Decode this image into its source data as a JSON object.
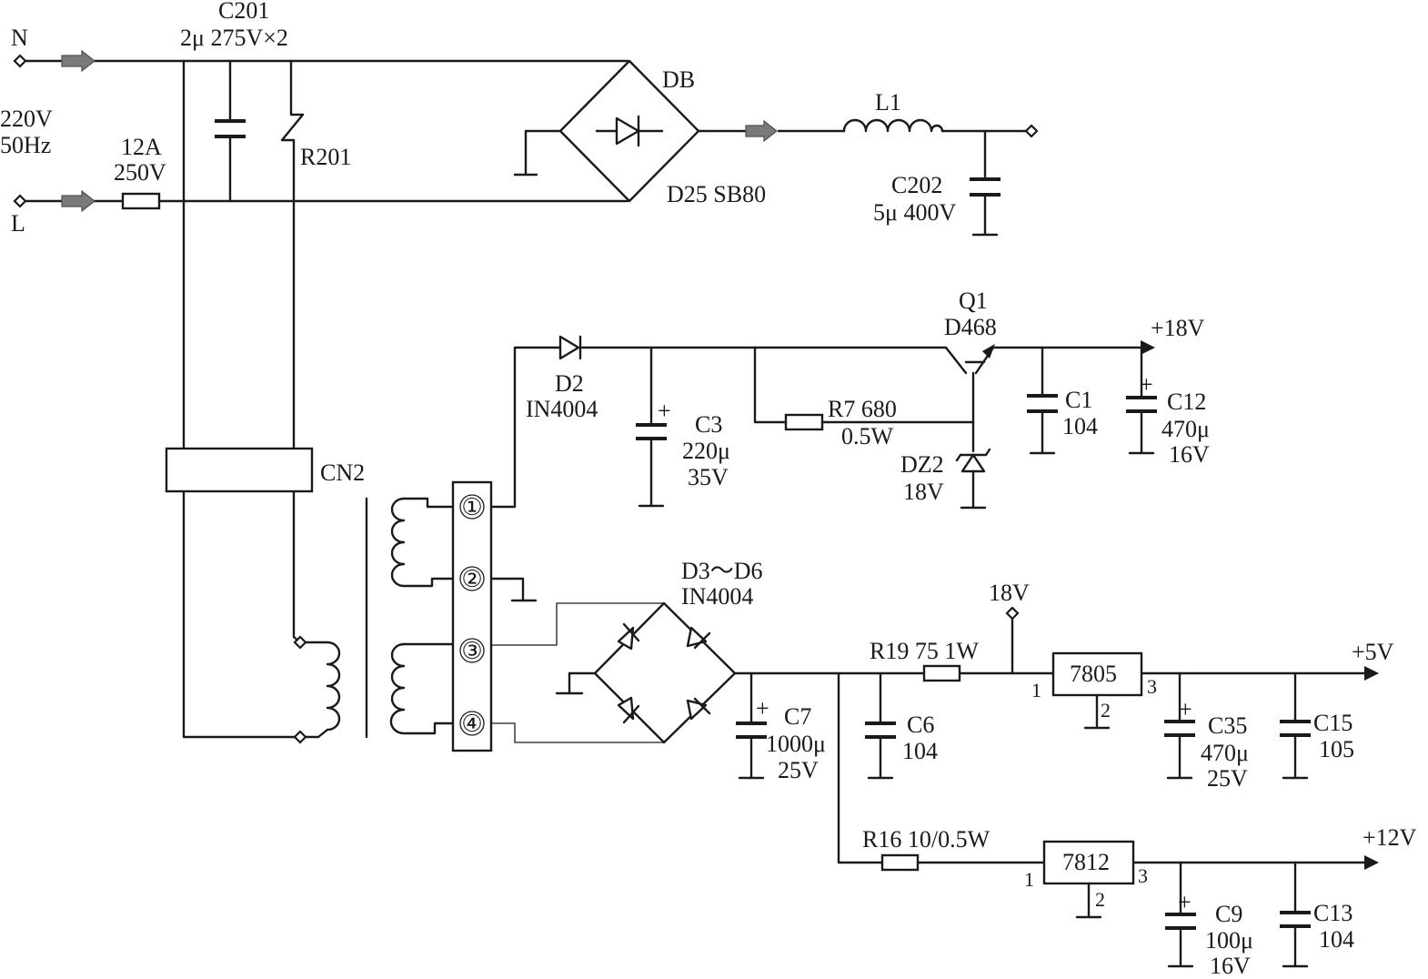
{
  "input": {
    "n_label": "N",
    "l_label": "L",
    "mains": [
      "220V",
      "50Hz"
    ]
  },
  "fuse": {
    "current": "12A",
    "voltage": "250V"
  },
  "components": {
    "c201": {
      "ref": "C201",
      "value": "2μ 275V×2"
    },
    "r201": {
      "ref": "R201"
    },
    "db": {
      "ref": "DB",
      "part": "D25 SB80"
    },
    "l1": {
      "ref": "L1"
    },
    "c202": {
      "ref": "C202",
      "value": "5μ 400V"
    },
    "cn2": {
      "ref": "CN2"
    },
    "d2": {
      "ref": "D2",
      "part": "IN4004"
    },
    "c3": {
      "ref": "C3",
      "value": "220μ",
      "voltage": "35V"
    },
    "r7": {
      "ref": "R7 680",
      "power": "0.5W"
    },
    "q1": {
      "ref": "Q1",
      "part": "D468"
    },
    "dz2": {
      "ref": "DZ2",
      "value": "18V"
    },
    "c1": {
      "ref": "C1",
      "value": "104"
    },
    "c12": {
      "ref": "C12",
      "value": "470μ",
      "voltage": "16V"
    },
    "d3d6": {
      "ref": "D3～D6",
      "part": "IN4004"
    },
    "c7": {
      "ref": "C7",
      "value": "1000μ",
      "voltage": "25V"
    },
    "c6": {
      "ref": "C6",
      "value": "104"
    },
    "r19": {
      "ref": "R19 75 1W"
    },
    "tp18": {
      "label": "18V"
    },
    "u7805": {
      "part": "7805",
      "pin1": "1",
      "pin2": "2",
      "pin3": "3"
    },
    "c35": {
      "ref": "C35",
      "value": "470μ",
      "voltage": "25V"
    },
    "c15": {
      "ref": "C15",
      "value": "105"
    },
    "r16": {
      "ref": "R16 10/0.5W"
    },
    "u7812": {
      "part": "7812",
      "pin1": "1",
      "pin2": "2",
      "pin3": "3"
    },
    "c9": {
      "ref": "C9",
      "value": "100μ",
      "voltage": "16V"
    },
    "c13": {
      "ref": "C13",
      "value": "104"
    }
  },
  "connector_pins": [
    "①",
    "②",
    "③",
    "④"
  ],
  "outputs": {
    "v18": "+18V",
    "v5": "+5V",
    "v12": "+12V"
  },
  "polarity": "+"
}
